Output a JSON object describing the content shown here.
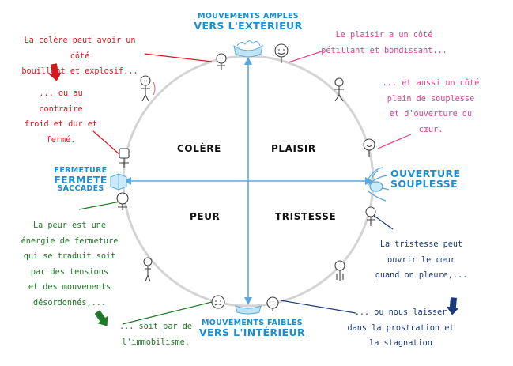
{
  "axes": {
    "top": {
      "line1": "MOUVEMENTS AMPLES",
      "line2": "VERS L'EXTÉRIEUR"
    },
    "bottom": {
      "line1": "MOUVEMENTS FAIBLES",
      "line2": "VERS L'INTÉRIEUR"
    },
    "left": {
      "line1": "FERMETURE",
      "line2": "FERMETÉ",
      "line3": "SACCADES"
    },
    "right": {
      "line1": "OUVERTURE",
      "line2": "SOUPLESSE"
    }
  },
  "quadrants": {
    "top_left": "COLÈRE",
    "top_right": "PLAISIR",
    "bottom_left": "PEUR",
    "bottom_right": "TRISTESSE"
  },
  "notes": {
    "anger_1": [
      "La colère peut avoir un côté",
      "bouillant et explosif..."
    ],
    "anger_2": [
      "... ou au contraire",
      "froid et dur et",
      "fermé."
    ],
    "pleasure_1": [
      "Le plaisir a un côté",
      "pétillant et bondissant..."
    ],
    "pleasure_2": [
      "... et aussi un côté",
      "plein de souplesse",
      "et d'ouverture du",
      "cœur."
    ],
    "fear_1": [
      "La peur est une",
      "énergie de fermeture",
      "qui se traduit soit",
      "par des tensions",
      "et des mouvements",
      "désordonnés,..."
    ],
    "fear_2": [
      "... soit par de",
      "l'immobilisme."
    ],
    "sadness_1": [
      "La tristesse peut",
      "ouvrir le cœur",
      "quand on pleure,..."
    ],
    "sadness_2": [
      "... ou nous laisser",
      "dans la prostration et",
      "la stagnation"
    ]
  },
  "colors": {
    "axis_blue": "#1b8fd1",
    "anger_red": "#d7191f",
    "pleasure_pink": "#e23d8e",
    "fear_green": "#1f7a27",
    "sadness_navy": "#1a3a7a",
    "circle_gray": "#cfcfcf"
  },
  "icons": [
    "figure-icon",
    "water-bowl-icon",
    "water-splash-icon",
    "ice-block-icon",
    "arrow-down-icon"
  ]
}
